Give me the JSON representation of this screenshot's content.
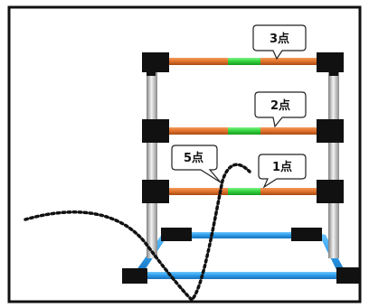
{
  "labels": {
    "top": "3点",
    "middle": "2点",
    "bottom": "1点",
    "left": "5点"
  },
  "colors": {
    "border": "#111111",
    "bar_orange": "#e0712a",
    "bar_green": "#2fd13a",
    "pole": "#c8c8c8",
    "joint": "#111111",
    "base_blue": "#2a9ae8",
    "trajectory": "#111111"
  }
}
